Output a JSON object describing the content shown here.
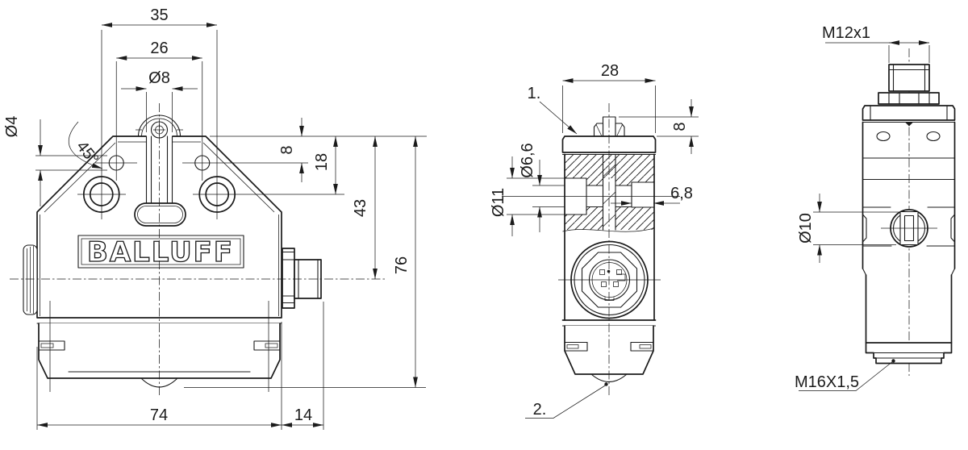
{
  "drawing": {
    "brand_logo": "BALLUFF",
    "front_view": {
      "dims": {
        "width_35": "35",
        "width_26": "26",
        "roller_dia": "Ø8",
        "hole_dia": "Ø4",
        "chamfer_angle": "45°",
        "depth_8": "8",
        "depth_18": "18",
        "depth_43": "43",
        "height_76": "76",
        "width_74": "74",
        "width_14": "14"
      }
    },
    "section_view": {
      "dims": {
        "width_28": "28",
        "height_8": "8",
        "bore_dia": "Ø6,6",
        "cbore_dia": "Ø11",
        "depth_68": "6,8"
      },
      "callouts": {
        "plunger": "1.",
        "tip": "2."
      }
    },
    "side_view": {
      "dims": {
        "thread_top": "M12x1",
        "roller_dia": "Ø10",
        "thread_bottom": "M16X1,5"
      }
    }
  }
}
